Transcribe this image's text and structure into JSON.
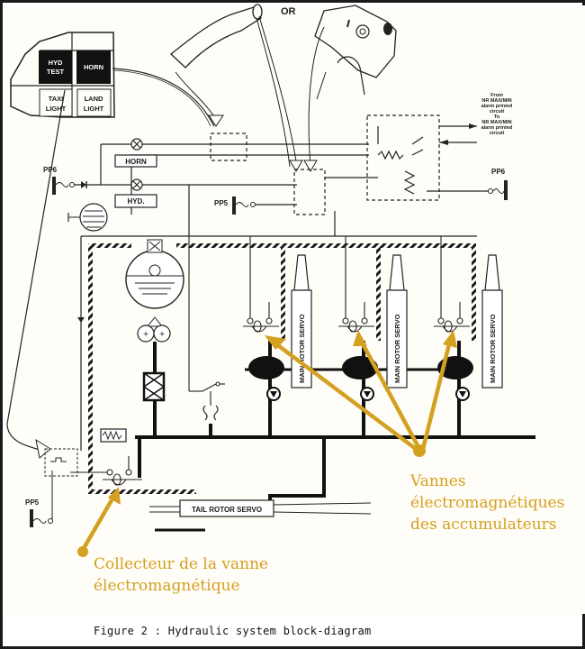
{
  "figure": {
    "caption": "Figure 2 : Hydraulic system block-diagram"
  },
  "control_panel": {
    "buttons": [
      {
        "label_line1": "HYD",
        "label_line2": "TEST",
        "style": "dark"
      },
      {
        "label_line1": "HORN",
        "label_line2": "",
        "style": "dark"
      },
      {
        "label_line1": "TAXI",
        "label_line2": "LIGHT",
        "style": "light"
      },
      {
        "label_line1": "LAND",
        "label_line2": "LIGHT",
        "style": "light"
      }
    ]
  },
  "top": {
    "or_label": "OR"
  },
  "electrical": {
    "horn_label": "HORN",
    "hyd_label": "HYD.",
    "pp6_left": "PP6",
    "pp6_right": "PP6",
    "pp5_mid": "PP5",
    "pp5_bottom": "PP5",
    "nr_from": [
      "From",
      "NR MAX/MIN",
      "alarm printed",
      "circuit"
    ],
    "nr_to": [
      "To",
      "NR MAX/MIN",
      "alarm printed",
      "circuit"
    ]
  },
  "hydraulic": {
    "servos": [
      "MAIN ROTOR SERVO",
      "MAIN ROTOR SERVO",
      "MAIN ROTOR SERVO"
    ],
    "tail_servo": "TAIL ROTOR SERVO"
  },
  "annotations": {
    "accumulator_valves": [
      "Vannes",
      "électromagnétiques",
      "des accumulateurs"
    ],
    "manifold": [
      "Collecteur de la vanne",
      "électromagnétique"
    ],
    "accent_color": "#d4a020"
  }
}
